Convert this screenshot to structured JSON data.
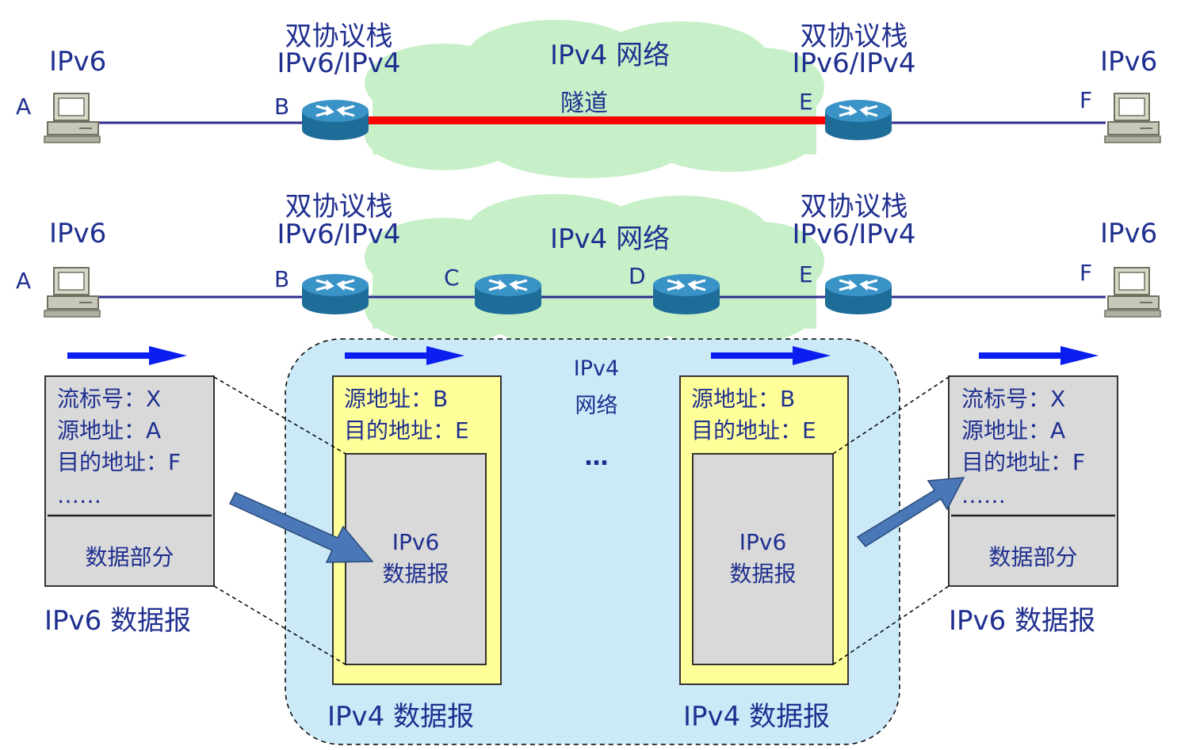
{
  "colors": {
    "text": "#1f2f8f",
    "cloud": "#c8f0c8",
    "tunnel": "#ff0000",
    "link": "#2e2e8e",
    "router": "#2f86b8",
    "ipv4_region": "#cce9f8",
    "ipv4_packet": "#ffff99",
    "packet_gray": "#d9d9d9",
    "flow_arrow": "#0a1ef0",
    "transfer_arrow": "#4a77b8"
  },
  "top_row": {
    "stack_left": "双协议栈",
    "stack_left_proto": "IPv6/IPv4",
    "stack_right": "双协议栈",
    "stack_right_proto": "IPv6/IPv4",
    "cloud_label": "IPv4 网络",
    "tunnel_label": "隧道",
    "host_left_proto": "IPv6",
    "host_right_proto": "IPv6",
    "nodes": {
      "a": "A",
      "b": "B",
      "e": "E",
      "f": "F"
    }
  },
  "bottom_row": {
    "stack_left": "双协议栈",
    "stack_left_proto": "IPv6/IPv4",
    "stack_right": "双协议栈",
    "stack_right_proto": "IPv6/IPv4",
    "cloud_label": "IPv4 网络",
    "host_left_proto": "IPv6",
    "host_right_proto": "IPv6",
    "nodes": {
      "a": "A",
      "b": "B",
      "c": "C",
      "d": "D",
      "e": "E",
      "f": "F"
    }
  },
  "ipv4_region": {
    "line1": "IPv4",
    "line2": "网络",
    "ellipsis": "…"
  },
  "ipv6_left": {
    "fields": [
      "流标号：X",
      "源地址：A",
      "目的地址：F",
      "……"
    ],
    "data_part": "数据部分",
    "caption": "IPv6 数据报"
  },
  "ipv4_left": {
    "fields": [
      "源地址：B",
      "目的地址：E"
    ],
    "inner_line1": "IPv6",
    "inner_line2": "数据报",
    "caption": "IPv4 数据报"
  },
  "ipv4_right": {
    "fields": [
      "源地址：B",
      "目的地址：E"
    ],
    "inner_line1": "IPv6",
    "inner_line2": "数据报",
    "caption": "IPv4 数据报"
  },
  "ipv6_right": {
    "fields": [
      "流标号：X",
      "源地址：A",
      "目的地址：F",
      "……"
    ],
    "data_part": "数据部分",
    "caption": "IPv6 数据报"
  }
}
